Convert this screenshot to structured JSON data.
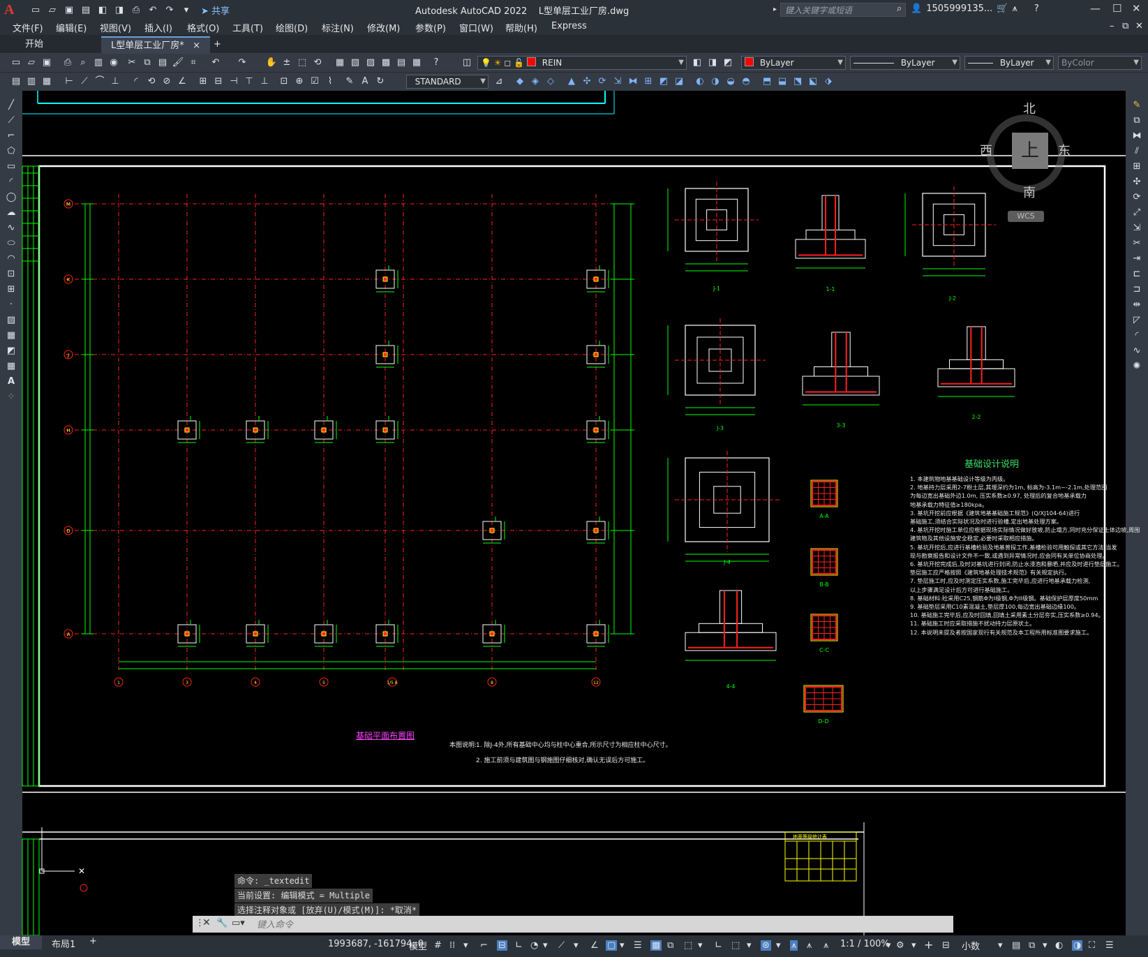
{
  "app": {
    "logo": "A",
    "title": "Autodesk AutoCAD 2022",
    "file": "L型单层工业厂房.dwg",
    "search_placeholder": "键入关键字或短语",
    "user": "1505999135...",
    "share": "共享"
  },
  "menu": [
    "文件(F)",
    "编辑(E)",
    "视图(V)",
    "插入(I)",
    "格式(O)",
    "工具(T)",
    "绘图(D)",
    "标注(N)",
    "修改(M)",
    "参数(P)",
    "窗口(W)",
    "帮助(H)",
    "Express"
  ],
  "tabs": {
    "start": "开始",
    "active": "L型单层工业厂房*",
    "close": "×",
    "add": "+"
  },
  "toolbar": {
    "layer": "REIN",
    "color": "ByLayer",
    "linetype": "ByLayer",
    "lineweight": "ByLayer",
    "plotstyle": "ByColor",
    "textstyle": "STANDARD",
    "colors": {
      "layer_swatch": "#ff0000",
      "color_swatch": "#ff0000"
    }
  },
  "viewcube": {
    "north": "北",
    "south": "南",
    "east": "东",
    "west": "西",
    "top": "上",
    "wcs": "WCS"
  },
  "drawing": {
    "plan_title": "基础平面布置图",
    "notes_title": "基础设计说明",
    "notes": [
      "1. 本建筑物地基基础设计等级为丙级。",
      "2. 地基持力层采用2-7粉土层,其埋深约为1m, 标高为-3.1m~-2.1m,处理范围",
      "   为每边宽出基础外边1.0m, 压实系数≥0.97, 处理后的复合地基承载力",
      "   地基承载力特征值≥180kpa。",
      "3. 基坑开挖前应根据《建筑地基基础施工规范》(Q/XJ104-64)进行",
      "   基础施工,须结合实际状况及时进行验槽,定出地基处理方案。",
      "4. 基坑开挖时施工单位应根据现场实际情况做好放坡,防止塌方,同时充分保证土体边坡,周围",
      "   建筑物及其他设施安全稳定,必要时采取相应措施。",
      "5. 基坑开挖后,应进行基槽检验及地基普探工作,基槽检验可用触探或其它方法,当发",
      "   现与勘察报告和设计文件不一致,或遇到异常情况时,应会同有关单位协商处理。",
      "6. 基坑开挖完成后,及时对基坑进行封闭,防止水浸泡和暴晒,并应及时进行垫层施工。",
      "   垫层施工应严格按照《建筑地基处理技术规范》有关规定执行。",
      "7. 垫层施工时,应及时测定压实系数,施工完毕后,应进行地基承载力检测,",
      "   以上步骤满足设计后方可进行基础施工。",
      "8. 基础材料:砼采用C25,钢筋Φ为I级钢,Φ为II级钢。基础保护层厚度50mm",
      "9. 基础垫层采用C10素混凝土,垫层厚100,每边宽出基础边缘100。",
      "10. 基础施工完毕后,应及时回填,回填土采用素土分层夯实,压实系数≥0.94。",
      "11. 基础施工时应采取措施不扰动持力层原状土。",
      "12. 本说明未提及者按国家现行有关规范及本工程所用标准图要求施工。"
    ],
    "plan_note_label": "本图说明:",
    "plan_note_1": "1. 除J-4外,所有基础中心均与柱中心重合,所示尺寸为相应柱中心尺寸。",
    "plan_note_2": "2. 施工前须与建筑图与钢施图仔细核对,确认无误后方可施工。",
    "axes_x": [
      "1",
      "3",
      "4",
      "5",
      "1/5 6",
      "8",
      "12"
    ],
    "axes_y": [
      "M",
      "K",
      "J",
      "H",
      "D",
      "A"
    ],
    "details": [
      "J-1",
      "1-1",
      "J-2",
      "J-3",
      "3-3",
      "2-2",
      "J-4",
      "4-4",
      "A-A",
      "B-B",
      "C-C",
      "D-D"
    ],
    "table_title": "地基等级统计表"
  },
  "command": {
    "history": [
      "命令: _textedit",
      "当前设置: 编辑模式 = Multiple",
      "选择注释对象或 [放弃(U)/模式(M)]: *取消*"
    ],
    "placeholder": "键入命令"
  },
  "status": {
    "tab_model": "模型",
    "tab_layout": "布局1",
    "coords": "1993687, -161794, 0",
    "space": "模型",
    "scale": "1:1 / 100%",
    "units": "小数"
  }
}
